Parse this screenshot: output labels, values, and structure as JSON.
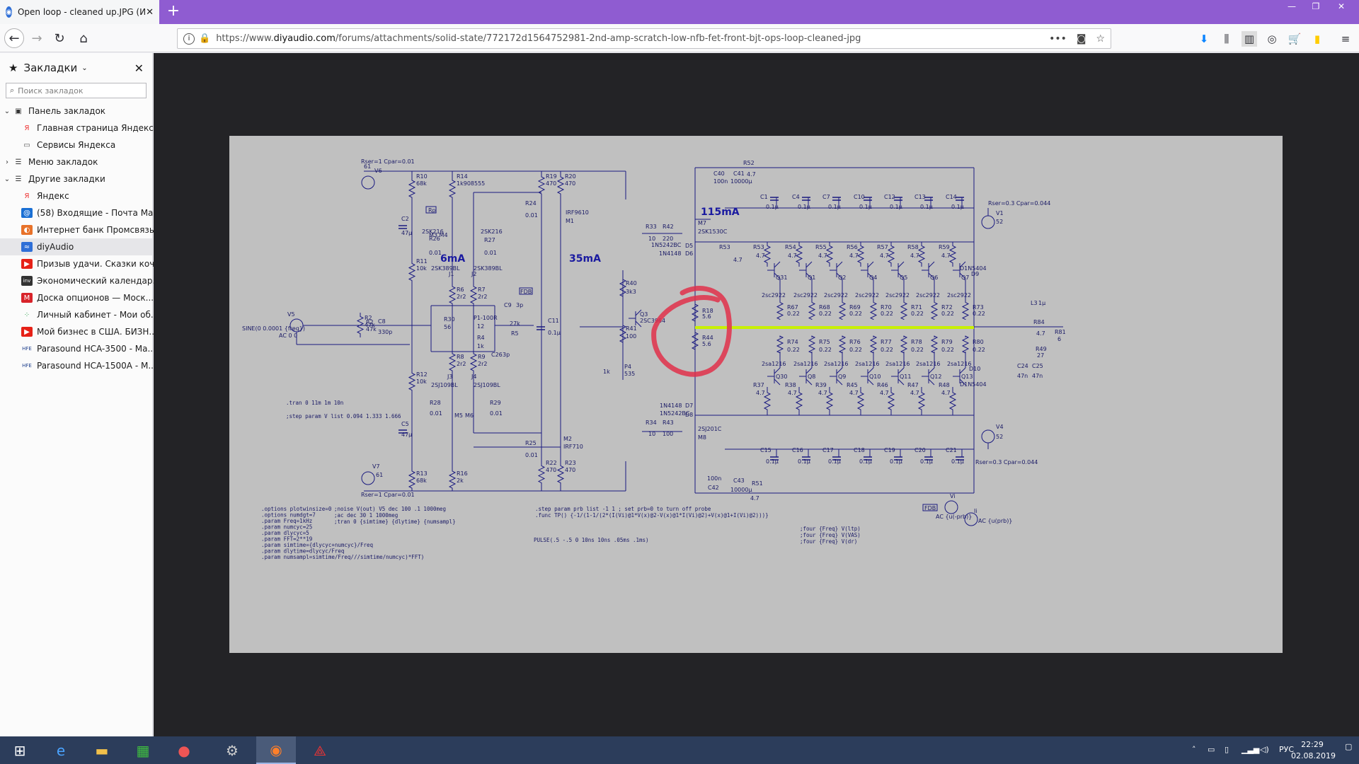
{
  "tab": {
    "title": "Open loop - cleaned up.JPG (И",
    "close": "✕"
  },
  "newtab": "+",
  "window": {
    "minimize": "—",
    "restore": "❐",
    "close": "✕"
  },
  "urlbar": {
    "url_prefix": "https://www.",
    "url_domain": "diyaudio.com",
    "url_path": "/forums/attachments/solid-state/772172d1564752981-2nd-amp-scratch-low-nfb-fet-front-bjt-ops-loop-cleaned-jpg",
    "more": "•••"
  },
  "sidebar": {
    "title": "Закладки",
    "search_placeholder": "Поиск закладок",
    "items": [
      {
        "label": "Панель закладок",
        "level": 0,
        "twisty": "⌄",
        "icon": "toolbar-folder-icon"
      },
      {
        "label": "Главная страница Яндекса",
        "level": 1,
        "twisty": "",
        "icon": "yandex-icon"
      },
      {
        "label": "Сервисы Яндекса",
        "level": 1,
        "twisty": "›",
        "icon": "folder-icon"
      },
      {
        "label": "Меню закладок",
        "level": 0,
        "twisty": "›",
        "icon": "menu-folder-icon"
      },
      {
        "label": "Другие закладки",
        "level": 0,
        "twisty": "⌄",
        "icon": "other-folder-icon"
      },
      {
        "label": "Яндекс",
        "level": 1,
        "twisty": "",
        "icon": "yandex-icon"
      },
      {
        "label": "(58) Входящие - Почта Ма...",
        "level": 1,
        "twisty": "",
        "icon": "mail-icon"
      },
      {
        "label": "Интернет банк Промсвязь...",
        "level": 1,
        "twisty": "",
        "icon": "bank-icon"
      },
      {
        "label": "diyAudio",
        "level": 1,
        "twisty": "",
        "icon": "diyaudio-icon",
        "selected": true
      },
      {
        "label": "Призыв удачи. Сказки коч...",
        "level": 1,
        "twisty": "",
        "icon": "youtube-icon"
      },
      {
        "label": "Экономический календар...",
        "level": 1,
        "twisty": "",
        "icon": "investing-icon"
      },
      {
        "label": "Доска опционов — Моск...",
        "level": 1,
        "twisty": "",
        "icon": "moex-icon"
      },
      {
        "label": "Личный кабинет - Мои об...",
        "level": 1,
        "twisty": "",
        "icon": "dots-icon"
      },
      {
        "label": "Мой бизнес в США. БИЗН...",
        "level": 1,
        "twisty": "",
        "icon": "youtube-icon"
      },
      {
        "label": "Parasound HCA-3500 - Ma...",
        "level": 1,
        "twisty": "",
        "icon": "hfe-icon"
      },
      {
        "label": "Parasound HCA-1500A - M...",
        "level": 1,
        "twisty": "",
        "icon": "hfe-icon"
      }
    ]
  },
  "schematic": {
    "currents": {
      "front": "6mA",
      "vas": "35mA",
      "bias": "115mA"
    },
    "sources": {
      "v6": "V6",
      "v6_val": "61",
      "v6_rser": "Rser=1 Cpar=0.01",
      "v7": "V7",
      "v7_val": "61",
      "v7_rser": "Rser=1 Cpar=0.01",
      "v1": "V1",
      "v1_val": "52",
      "v1_rser": "Rser=0.3 Cpar=0.044",
      "v4": "V4",
      "v4_val": "52",
      "v4_rser": "Rser=0.3 Cpar=0.044",
      "v5": "V5",
      "v5_sine": "SINE(0 0.0001 {freq})",
      "v5_ac": "AC 0 0",
      "vi": "Vi",
      "vi_ac": "AC {u(-prb)}",
      "ii": "Ii",
      "ii_ac": "AC {u(prb)}"
    },
    "labels": {
      "r10": "R10",
      "r10v": "68k",
      "r14": "R14",
      "r14v": "1k908555",
      "r19": "R19",
      "r19v": "470",
      "r20": "R20",
      "r20v": "470",
      "r24": "R24",
      "r24v": "0.01",
      "m1": "M1",
      "m1t": "IRF9610",
      "c2": "C2",
      "c2v": "47µ",
      "m3m4": "M3 M4",
      "r26": "R26",
      "r26v": "0.01",
      "r27": "R27",
      "r27v": "0.01",
      "jfet1": "2SK216",
      "jfet2": "2SK216",
      "r11": "R11",
      "r11v": "10k",
      "j1": "J1",
      "j2": "J2",
      "j1t": "2SK389BL",
      "j2t": "2SK389BL",
      "r6": "R6",
      "r6v": "2r2",
      "r7": "R7",
      "r7v": "2r2",
      "p1": "P1-100R",
      "p1v": "12",
      "r30": "R30",
      "r30v": "56",
      "r4": "R4",
      "r4v": "1k",
      "r8": "R8",
      "r8v": "2r2",
      "r9": "R9",
      "r9v": "2r2",
      "c26": "C26",
      "c26v": "3p",
      "c9": "C9",
      "c9v": "3p",
      "r5": "R5",
      "r5v": "27k",
      "c11": "C11",
      "c11v": "0.1µ",
      "r2": "R2",
      "r2v": "47k",
      "c8": "C8",
      "c8v": "330p",
      "r12": "R12",
      "r12v": "10k",
      "j3": "J3",
      "j4": "J4",
      "j3t": "2SJ109BL",
      "j4t": "2SJ109BL",
      "r28": "R28",
      "r28v": "0.01",
      "r29": "R29",
      "r29v": "0.01",
      "m5": "M5",
      "m6": "M6",
      "c5": "C5",
      "c5v": "47µ",
      "r13": "R13",
      "r13v": "68k",
      "r16": "R16",
      "r16v": "2k",
      "r25": "R25",
      "r25v": "0.01",
      "m2": "M2",
      "m2t": "IRF710",
      "r22": "R22",
      "r22v": "470",
      "r23": "R23",
      "r23v": "470",
      "r33": "R33",
      "r33v": "10",
      "r42": "R42",
      "r42v": "220",
      "m7": "M7",
      "m7t": "2SK1530C",
      "d5": "D5",
      "d6": "D6",
      "d5t": "1N5242BC",
      "d6t": "1N4148",
      "r40": "R40",
      "r40v": "3k3",
      "q3": "Q3",
      "q3t": "2SC3964",
      "r41": "R41",
      "r41v": "100",
      "p4": "P4",
      "p4v": "535",
      "p4k": "1k",
      "r18": "R18",
      "r18v": "5.6",
      "r44": "R44",
      "r44v": "5.6",
      "d7": "D7",
      "d8": "D8",
      "d7t": "1N4148",
      "d8t": "1N5242BC",
      "r34": "R34",
      "r34v": "10",
      "r43": "R43",
      "r43v": "100",
      "m8": "M8",
      "m8t": "2SJ201C",
      "c40": "C40",
      "c40v": "100n",
      "c41": "C41",
      "c41v": "10000µ",
      "r52": "R52",
      "r52v": "4.7",
      "c42": "C42",
      "c42v": "100n",
      "c43": "C43",
      "c43v": "10000µ",
      "r51": "R51",
      "r51v": "4.7",
      "fdb": "FDB",
      "fp": "Rp",
      "d9": "D9",
      "d9t": "D1N5404",
      "d10": "D10",
      "d10t": "D1N5404",
      "l3": "L3",
      "l3v": "1µ",
      "r84": "R84",
      "r84v": "4.7",
      "r81": "R81",
      "r81v": "6",
      "r49": "R49",
      "r49v": "27",
      "c24": "C24",
      "c24v": "47n",
      "c25": "C25",
      "c25v": "47n"
    },
    "caps_top": [
      "C1",
      "C4",
      "C7",
      "C10",
      "C12",
      "C13",
      "C14"
    ],
    "caps_bottom": [
      "C15",
      "C16",
      "C17",
      "C18",
      "C19",
      "C20",
      "C21"
    ],
    "cap_val": "0.1µ",
    "q_top": [
      "Q31",
      "Q1",
      "Q2",
      "Q4",
      "Q5",
      "Q6",
      "Q7"
    ],
    "q_top_type": "2sc2922",
    "q_bot": [
      "Q30",
      "Q8",
      "Q9",
      "Q10",
      "Q11",
      "Q12",
      "Q13"
    ],
    "q_bot_type": "2sa1216",
    "r_top_base": [
      "R53",
      "R54",
      "R55",
      "R56",
      "R57",
      "R58",
      "R59"
    ],
    "r_top_emit": [
      "R67",
      "R68",
      "R69",
      "R70",
      "R71",
      "R72",
      "R73"
    ],
    "r_bot_emit": [
      "R74",
      "R75",
      "R76",
      "R77",
      "R78",
      "R79",
      "R80"
    ],
    "r_bot_base": [
      "R37",
      "R38",
      "R39",
      "R45",
      "R46",
      "R47",
      "R48"
    ],
    "r_val_47": "4.7",
    "r_val_022": "0.22",
    "directives_left": [
      ".options plotwinsize=0",
      ".options numdgt=7",
      ".param Freq=1kHz",
      ".param numcyc=25",
      ".param dlycyc=5",
      ".param FFT=2**19",
      ".param simtime={dlycyc+numcyc}/Freq",
      ".param dlytime=dlycyc/Freq",
      ".param numsampl=simtime/Freq///simtime/numcyc)*FFT)"
    ],
    "directives_mid": [
      ";noise V(out) V5 dec 100 .1 1000meg",
      ";ac dec 30 1 1000meg",
      ";tran 0 {simtime} {dlytime} {numsampl}"
    ],
    "tran": ".tran 0 11m 1m 10n",
    "stepv": ";step param V list 0.094 1.333 1.666",
    "step_prb": ".step param prb list -1 1 ; set prb=0 to turn off probe",
    "func_tp": ".func TP() {-1/(1-1/(2*(I(Vi)@1*V(x)@2-V(x)@1*I(Vi)@2)+V(x)@1+I(Vi)@2)))}",
    "pulse": "PULSE(.5 -.5 0 10ns 10ns .05ms .1ms)",
    "four": [
      ";four {Freq} V(ltp)",
      ";four {Freq} V(VAS)",
      ";four {Freq} V(dr)"
    ]
  },
  "taskbar": {
    "lang": "РУС",
    "time": "22:29",
    "date": "02.08.2019"
  },
  "colors": {
    "tabbar": "#8f5cd1",
    "highlight_wire": "#c8f000",
    "circle": "#e0304a",
    "schematic_bg": "#c0c0c0",
    "wire": "#1a1a80"
  }
}
